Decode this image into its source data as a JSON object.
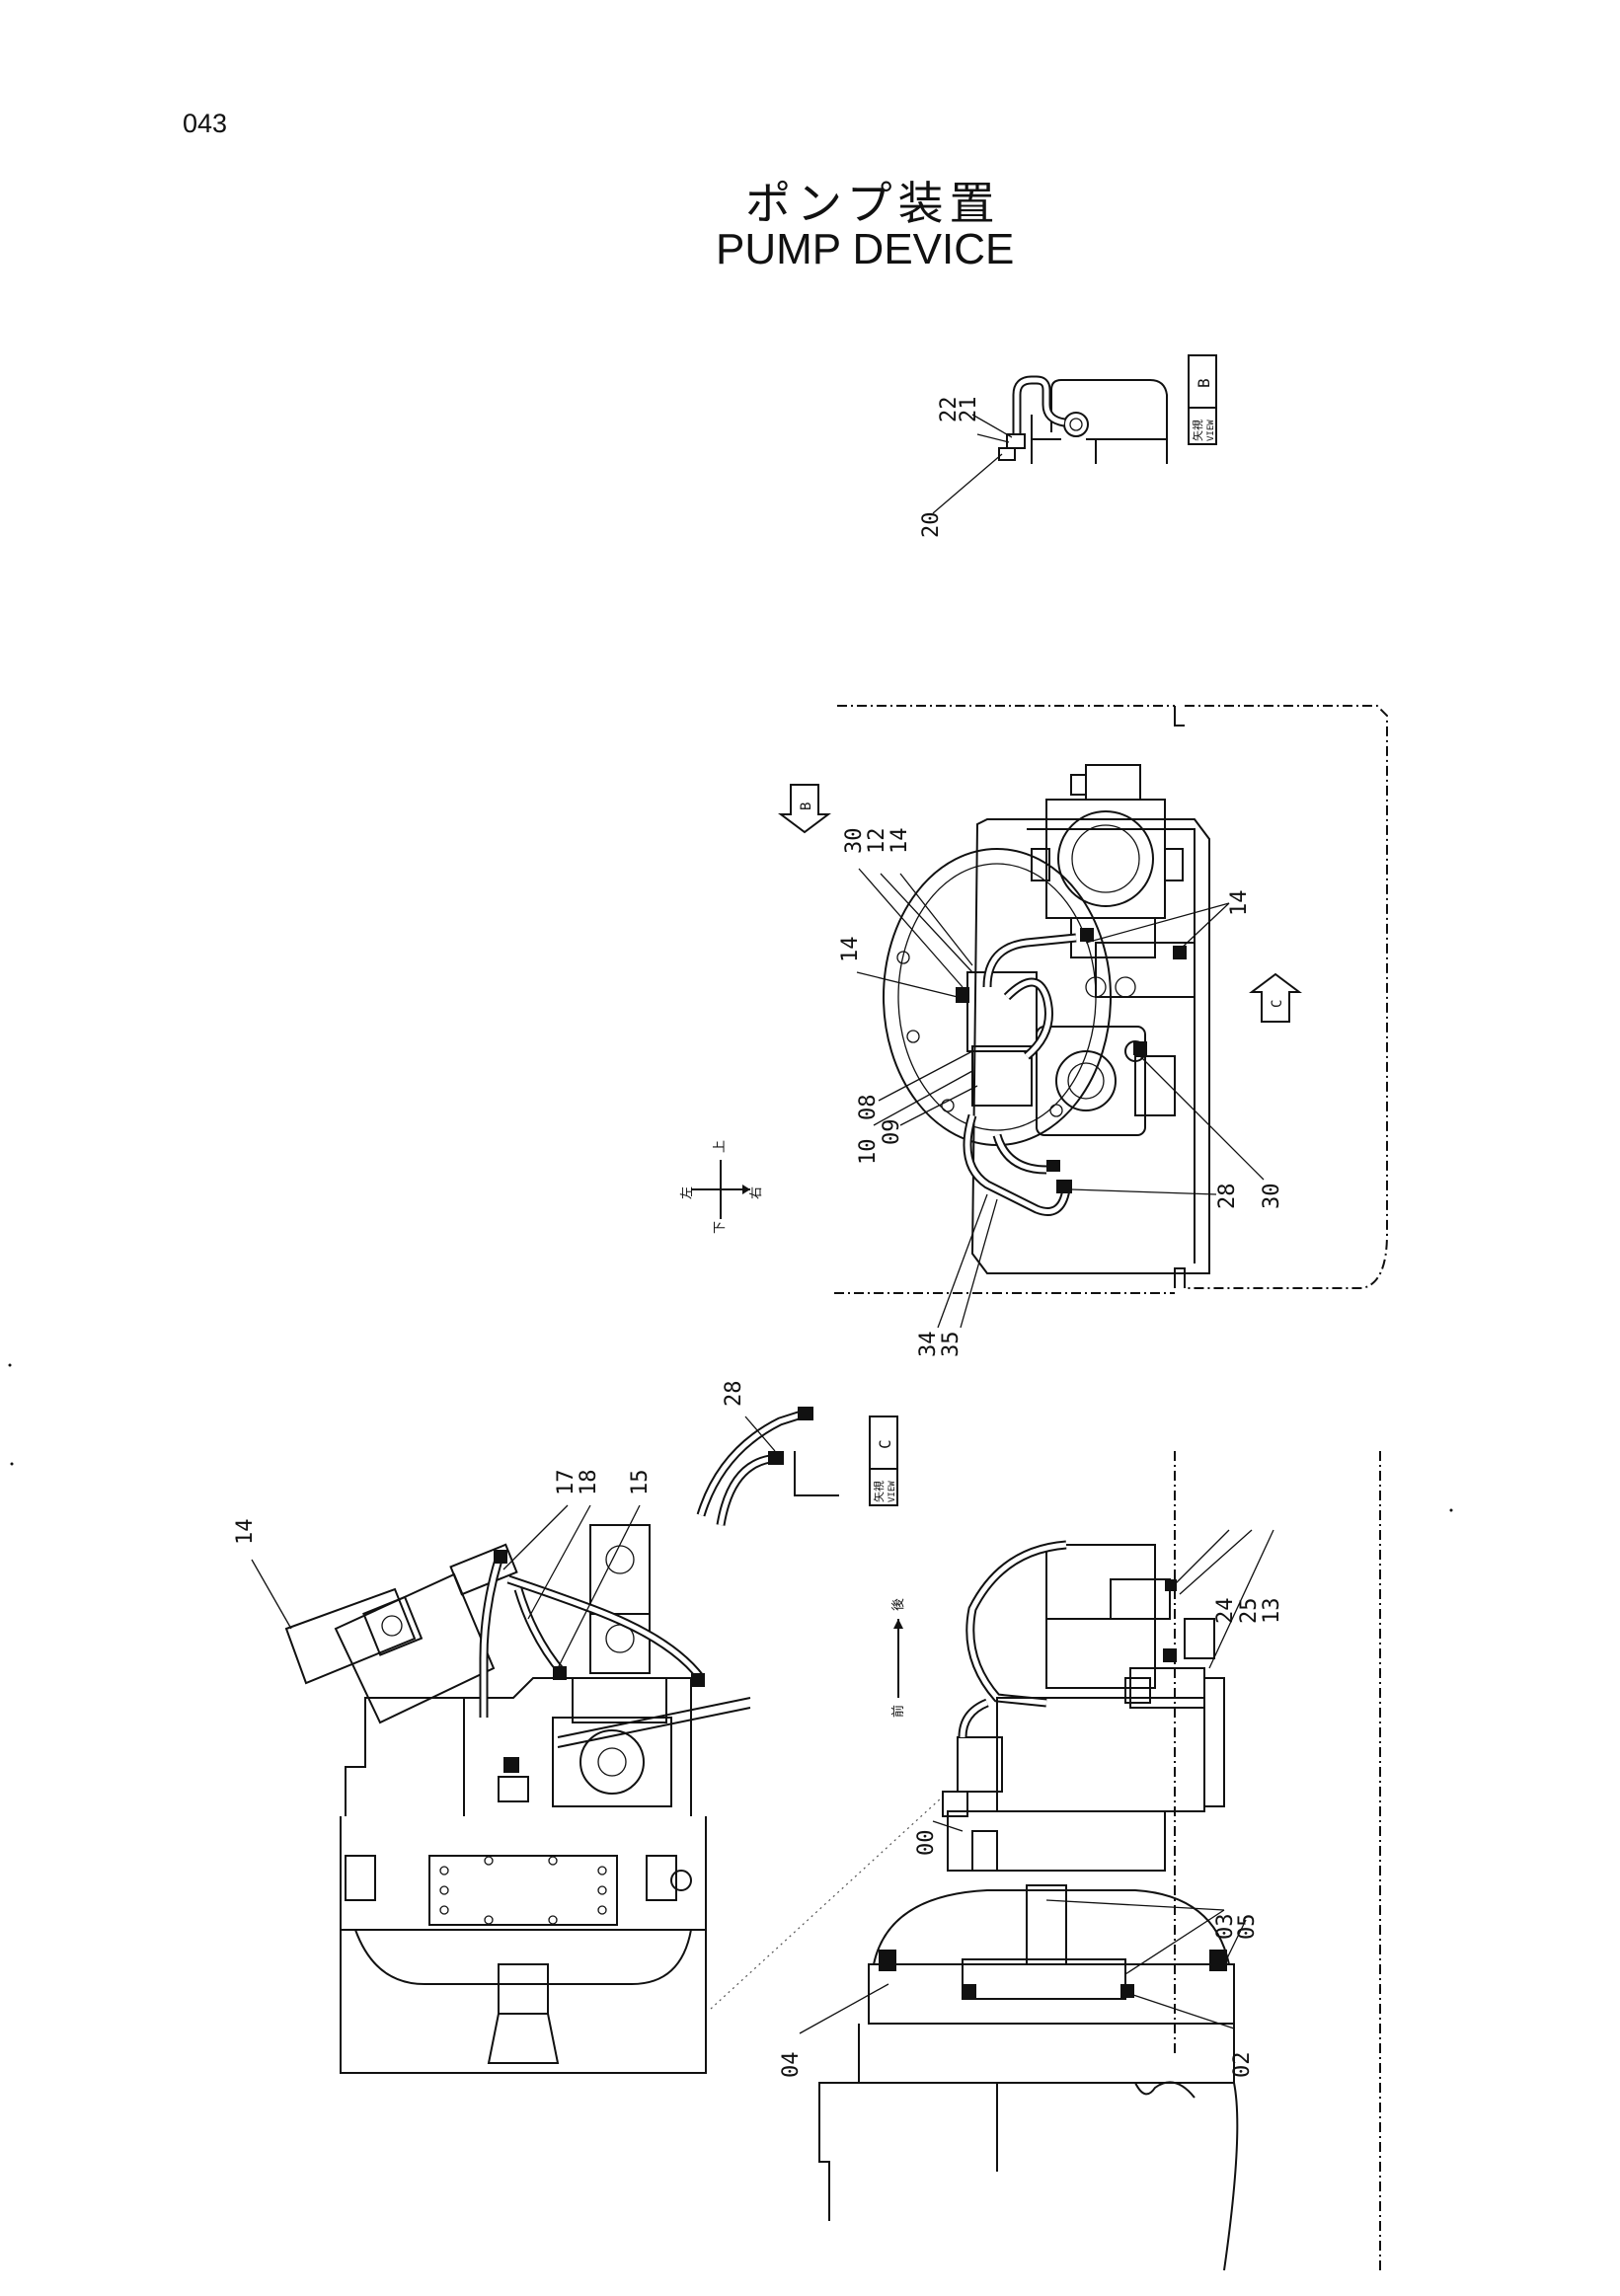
{
  "page": {
    "number": "043"
  },
  "title": {
    "jp": "ポンプ装置",
    "en": "PUMP DEVICE"
  },
  "views": {
    "view_b": {
      "tag_jp": "矢視",
      "tag_en": "VIEW",
      "letter": "B"
    },
    "view_c": {
      "tag_jp": "矢視",
      "tag_en": "VIEW",
      "letter": "C"
    },
    "arrow_b": "B",
    "arrow_c": "C"
  },
  "compass": {
    "up": "上",
    "down": "下",
    "left": "左",
    "right": "右"
  },
  "direction": {
    "front": "前",
    "rear": "後"
  },
  "callouts": {
    "c20": "20",
    "c21": "21",
    "c22": "22",
    "c30a": "30",
    "c12": "12",
    "c14a": "14",
    "c14b": "14",
    "c14c": "14",
    "c08": "08",
    "c10": "10",
    "c09": "09",
    "c28a": "28",
    "c30b": "30",
    "c34": "34",
    "c35": "35",
    "c28b": "28",
    "c17": "17",
    "c18": "18",
    "c15": "15",
    "c14d": "14",
    "c24": "24",
    "c25": "25",
    "c13": "13",
    "c00": "00",
    "c03": "03",
    "c05": "05",
    "c04": "04",
    "c02": "02"
  }
}
